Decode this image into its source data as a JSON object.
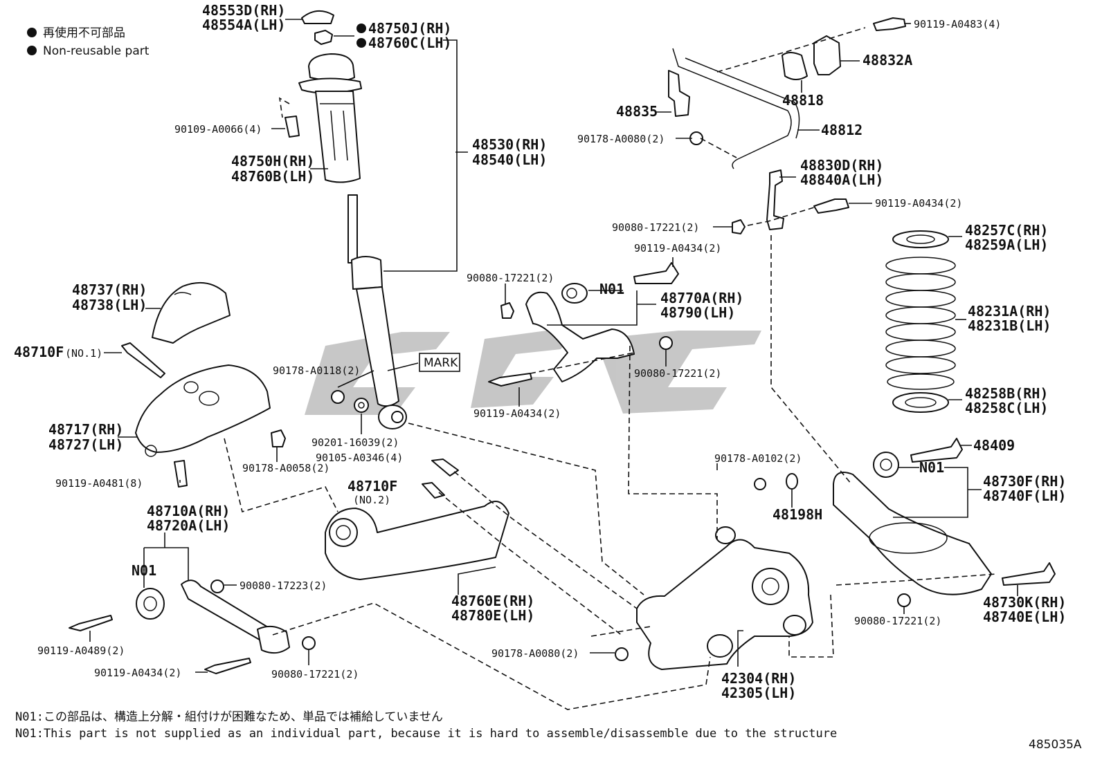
{
  "legend": {
    "jp": "再使用不可部品",
    "en": "Non-reusable part"
  },
  "watermark": "SSC",
  "labels": {
    "p48553": "48553D(RH)",
    "p48554": "48554A(LH)",
    "p48750j": "48750J(RH)",
    "p48760c": "48760C(LH)",
    "p90109": "90109-A0066(4)",
    "p48750h": "48750H(RH)",
    "p48760b": "48760B(LH)",
    "p48530": "48530(RH)",
    "p48540": "48540(LH)",
    "p48737": "48737(RH)",
    "p48738": "48738(LH)",
    "p48710f1": "48710F",
    "p48710f1_sub": "(NO.1)",
    "mark": "MARK",
    "p90178_a0118": "90178-A0118(2)",
    "p48717": "48717(RH)",
    "p48727": "48727(LH)",
    "p90201": "90201-16039(2)",
    "p90105": "90105-A0346(4)",
    "p90178_a0058": "90178-A0058(2)",
    "p90119_a0481": "90119-A0481(8)",
    "p48710f2": "48710F",
    "p48710f2_sub": "(NO.2)",
    "p48710a": "48710A(RH)",
    "p48720a": "48720A(LH)",
    "n01_left": "N01",
    "p90080_17223": "90080-17223(2)",
    "p48760e": "48760E(RH)",
    "p48780e": "48780E(LH)",
    "p90119_a0489": "90119-A0489(2)",
    "p90119_a0434_bl": "90119-A0434(2)",
    "p90080_17221_bl": "90080-17221(2)",
    "p90119_a0483": "90119-A0483(4)",
    "p48832a": "48832A",
    "p48818": "48818",
    "p48835": "48835",
    "p48812": "48812",
    "p90178_a0080_top": "90178-A0080(2)",
    "p48830d": "48830D(RH)",
    "p48840a": "48840A(LH)",
    "p90119_a0434_tr": "90119-A0434(2)",
    "p90080_17221_mid": "90080-17221(2)",
    "p90119_a0434_mid": "90119-A0434(2)",
    "p48257c": "48257C(RH)",
    "p48259a": "48259A(LH)",
    "p90080_17221_ul": "90080-17221(2)",
    "n01_mid": "N01",
    "p48770a": "48770A(RH)",
    "p48790": "48790(LH)",
    "p48231a": "48231A(RH)",
    "p48231b": "48231B(LH)",
    "p90080_17221_r": "90080-17221(2)",
    "p90119_a0434_low": "90119-A0434(2)",
    "p48258b": "48258B(RH)",
    "p48258c": "48258C(LH)",
    "p48409": "48409",
    "p90178_a0102": "90178-A0102(2)",
    "n01_right": "N01",
    "p48730f": "48730F(RH)",
    "p48740f": "48740F(LH)",
    "p48198h": "48198H",
    "p90178_a0080_bot": "90178-A0080(2)",
    "p90080_17221_br": "90080-17221(2)",
    "p48730k": "48730K(RH)",
    "p48740e": "48740E(LH)",
    "p42304": "42304(RH)",
    "p42305": "42305(LH)"
  },
  "footnote": {
    "jp": "N01:この部品は、構造上分解・組付けが困難なため、単品では補給していません",
    "en": "N01:This part is not supplied as an individual part, because it is hard to assemble/disassemble due to the structure"
  },
  "figure_id": "485035A",
  "colors": {
    "ink": "#111111",
    "watermark": "#b8b8b8"
  }
}
